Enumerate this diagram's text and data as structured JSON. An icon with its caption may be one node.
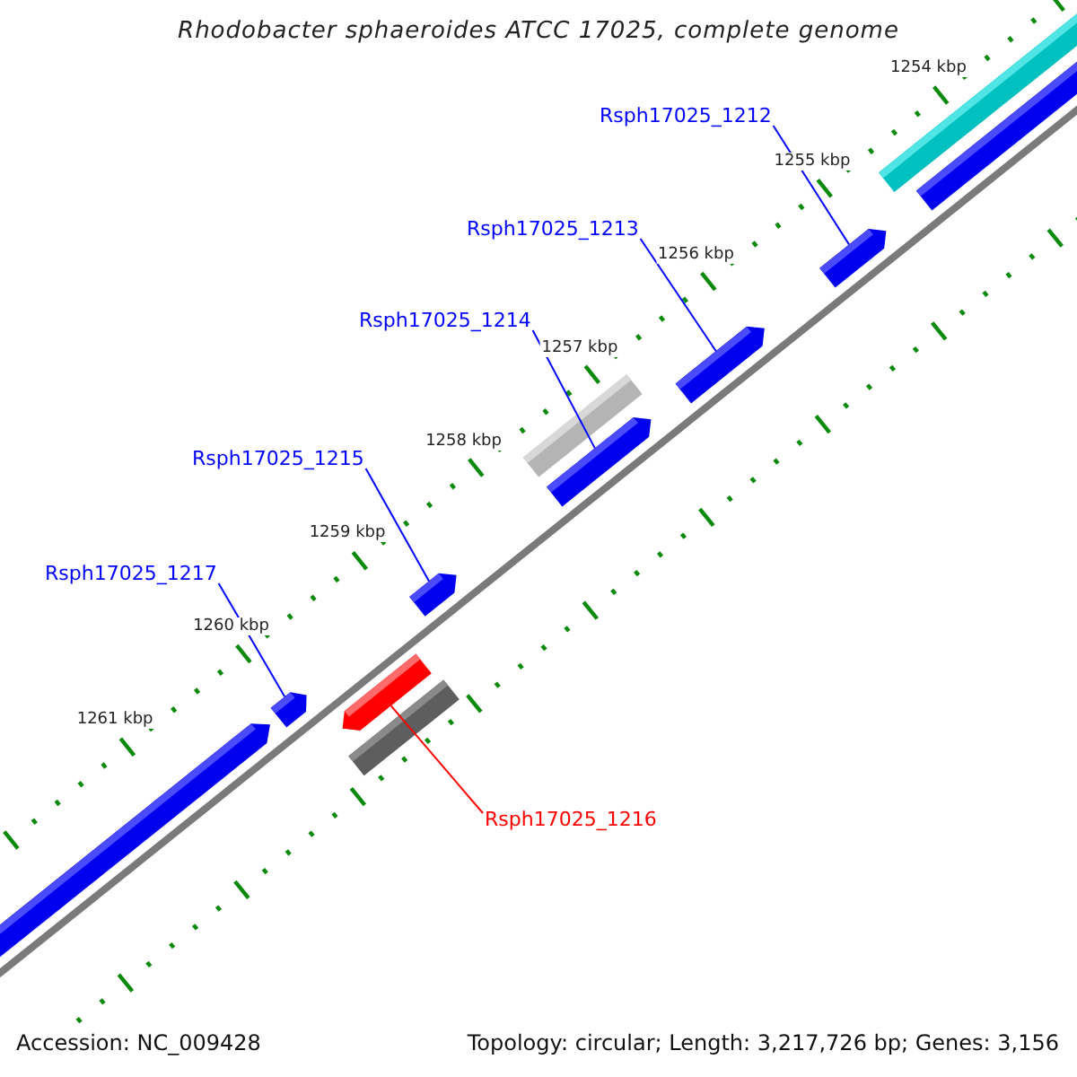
{
  "diagram": {
    "title": "Rhodobacter sphaeroides ATCC 17025, complete genome",
    "nodes": [
      {
        "text": [
          "Rsph17025_1212"
        ]
      },
      {
        "text": [],
        "shape": "bar"
      },
      {
        "text": [
          "Rsph17025_1213"
        ]
      },
      {
        "text": [],
        "shape": "bar"
      },
      {
        "text": [
          "Rsph17025_1214"
        ]
      },
      {
        "text": [],
        "shape": "bar"
      },
      {
        "text": [
          "Rsph17025_1215"
        ]
      },
      {
        "text": [],
        "shape": "bar"
      },
      {
        "text": [
          "Rsph17025_1217"
        ]
      },
      {
        "text": [],
        "shape": "bar"
      },
      {
        "text": [
          "Rsph17025_1216"
        ]
      },
      {
        "text": [],
        "shape": "bar"
      }
    ],
    "edges": [
      {
        "from": 0,
        "to": 1,
        "arrow": "none"
      },
      {
        "from": 2,
        "to": 3,
        "arrow": "none"
      },
      {
        "from": 4,
        "to": 5,
        "arrow": "none"
      },
      {
        "from": 6,
        "to": 7,
        "arrow": "none"
      },
      {
        "from": 8,
        "to": 9,
        "arrow": "none"
      },
      {
        "from": 10,
        "to": 11,
        "arrow": "none",
        "color": "#ff0000"
      }
    ],
    "labels": [
      "1254 kbp",
      "1255 kbp",
      "1256 kbp",
      "1257 kbp",
      "1258 kbp",
      "1259 kbp",
      "1260 kbp",
      "1261 kbp",
      "Accession: NC_009428",
      "Topology: circular; Length: 3,217,726 bp; Genes: 3,156"
    ]
  }
}
